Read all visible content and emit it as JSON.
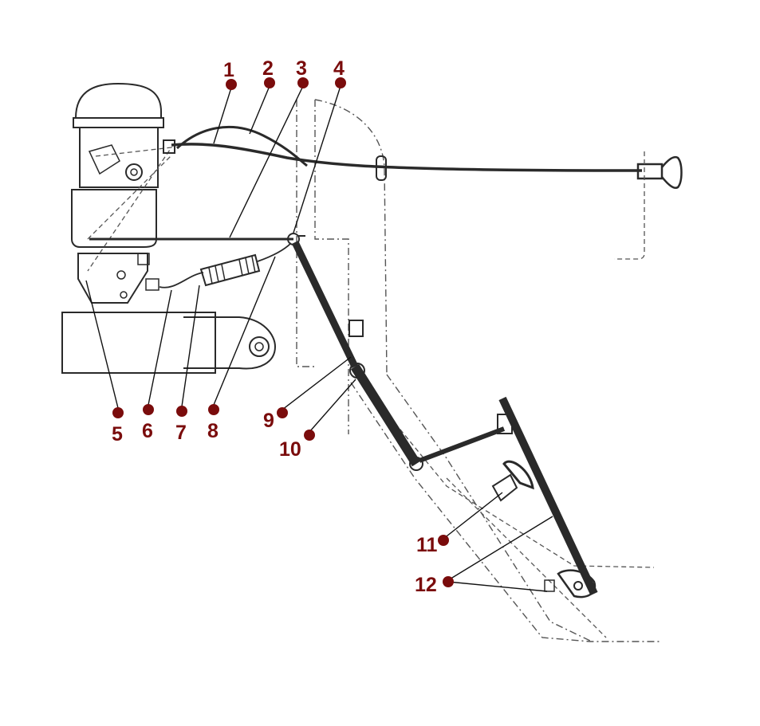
{
  "colors": {
    "callout": "#7a0c0c",
    "ink": "#2a2a2a",
    "background": "#ffffff"
  },
  "callouts": [
    {
      "label": "1"
    },
    {
      "label": "2"
    },
    {
      "label": "3"
    },
    {
      "label": "4"
    },
    {
      "label": "5"
    },
    {
      "label": "6"
    },
    {
      "label": "7"
    },
    {
      "label": "8"
    },
    {
      "label": "9"
    },
    {
      "label": "10"
    },
    {
      "label": "11"
    },
    {
      "label": "12"
    }
  ]
}
